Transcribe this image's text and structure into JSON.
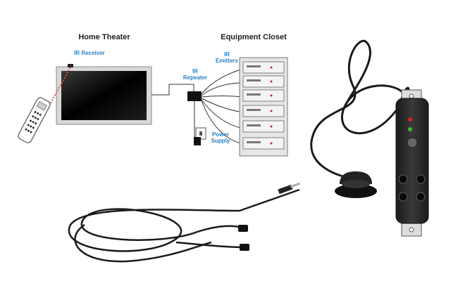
{
  "labels": {
    "home_theater": "Home Theater",
    "equipment_closet": "Equipment Closet",
    "ir_receiver": "IR Receiver",
    "ir_repeater_1": "IR",
    "ir_repeater_2": "Repeater",
    "ir_emitters_1": "IR",
    "ir_emitters_2": "Emitters",
    "power_supply_1": "Power",
    "power_supply_2": "Supply"
  },
  "colors": {
    "label_blue": "#2a7fc4",
    "cable": "#1a1a1a",
    "device_body": "#2b2b2b",
    "led_red": "#d62020",
    "led_green": "#3bb83b",
    "ir_beam": "#d9534f"
  }
}
